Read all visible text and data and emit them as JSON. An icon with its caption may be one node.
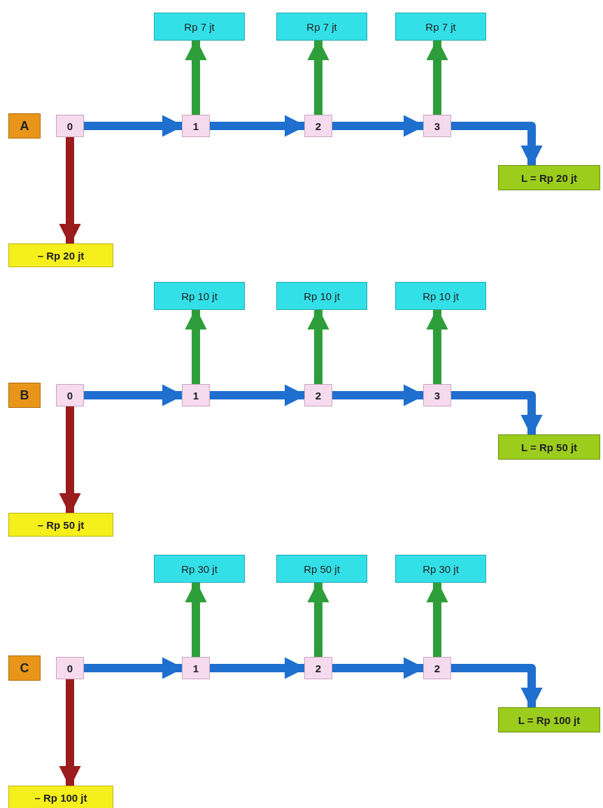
{
  "diagram": {
    "nodes": [
      {
        "text": [
          "Rp 7 jt"
        ]
      },
      {
        "text": [
          "Rp 7 jt"
        ]
      },
      {
        "text": [
          "Rp 7 jt"
        ]
      },
      {
        "text": [
          "A"
        ]
      },
      {
        "text": [
          "0"
        ]
      },
      {
        "text": [
          "1"
        ]
      },
      {
        "text": [
          "2"
        ]
      },
      {
        "text": [
          "3"
        ]
      },
      {
        "text": [
          "L = Rp 20 jt"
        ]
      },
      {
        "text": [
          "– Rp 20 jt"
        ]
      },
      {
        "text": [
          "Rp 10 jt"
        ]
      },
      {
        "text": [
          "Rp 10 jt"
        ]
      },
      {
        "text": [
          "Rp 10 jt"
        ]
      },
      {
        "text": [
          "B"
        ]
      },
      {
        "text": [
          "0"
        ]
      },
      {
        "text": [
          "1"
        ]
      },
      {
        "text": [
          "2"
        ]
      },
      {
        "text": [
          "3"
        ]
      },
      {
        "text": [
          "L = Rp 50 jt"
        ]
      },
      {
        "text": [
          "– Rp 50 jt"
        ]
      },
      {
        "text": [
          "Rp 30 jt"
        ]
      },
      {
        "text": [
          "Rp 50 jt"
        ]
      },
      {
        "text": [
          "Rp 30 jt"
        ]
      },
      {
        "text": [
          "C"
        ]
      },
      {
        "text": [
          "0"
        ]
      },
      {
        "text": [
          "1"
        ]
      },
      {
        "text": [
          "2"
        ]
      },
      {
        "text": [
          "2"
        ]
      },
      {
        "text": [
          "L = Rp 100 jt"
        ]
      },
      {
        "text": [
          "– Rp 100 jt"
        ]
      }
    ],
    "edges": [
      {
        "from": 4,
        "to": 5,
        "arrow": "to"
      },
      {
        "from": 5,
        "to": 6,
        "arrow": "to"
      },
      {
        "from": 6,
        "to": 7,
        "arrow": "to"
      },
      {
        "from": 7,
        "to": 8,
        "arrow": "to"
      },
      {
        "from": 5,
        "to": 0,
        "arrow": "to",
        "color": "#2e9e3a"
      },
      {
        "from": 6,
        "to": 1,
        "arrow": "to",
        "color": "#2e9e3a"
      },
      {
        "from": 7,
        "to": 2,
        "arrow": "to",
        "color": "#2e9e3a"
      },
      {
        "from": 4,
        "to": 9,
        "arrow": "to",
        "color": "#9a1c1c"
      },
      {
        "from": 14,
        "to": 15,
        "arrow": "to"
      },
      {
        "from": 15,
        "to": 16,
        "arrow": "to"
      },
      {
        "from": 16,
        "to": 17,
        "arrow": "to"
      },
      {
        "from": 17,
        "to": 18,
        "arrow": "to"
      },
      {
        "from": 15,
        "to": 10,
        "arrow": "to",
        "color": "#2e9e3a"
      },
      {
        "from": 16,
        "to": 11,
        "arrow": "to",
        "color": "#2e9e3a"
      },
      {
        "from": 17,
        "to": 12,
        "arrow": "to",
        "color": "#2e9e3a"
      },
      {
        "from": 14,
        "to": 19,
        "arrow": "to",
        "color": "#9a1c1c"
      },
      {
        "from": 24,
        "to": 25,
        "arrow": "to"
      },
      {
        "from": 25,
        "to": 26,
        "arrow": "to"
      },
      {
        "from": 26,
        "to": 27,
        "arrow": "to"
      },
      {
        "from": 27,
        "to": 28,
        "arrow": "to"
      },
      {
        "from": 25,
        "to": 20,
        "arrow": "to",
        "color": "#2e9e3a"
      },
      {
        "from": 26,
        "to": 21,
        "arrow": "to",
        "color": "#2e9e3a"
      },
      {
        "from": 27,
        "to": 22,
        "arrow": "to",
        "color": "#2e9e3a"
      },
      {
        "from": 24,
        "to": 29,
        "arrow": "to",
        "color": "#9a1c1c"
      }
    ]
  }
}
